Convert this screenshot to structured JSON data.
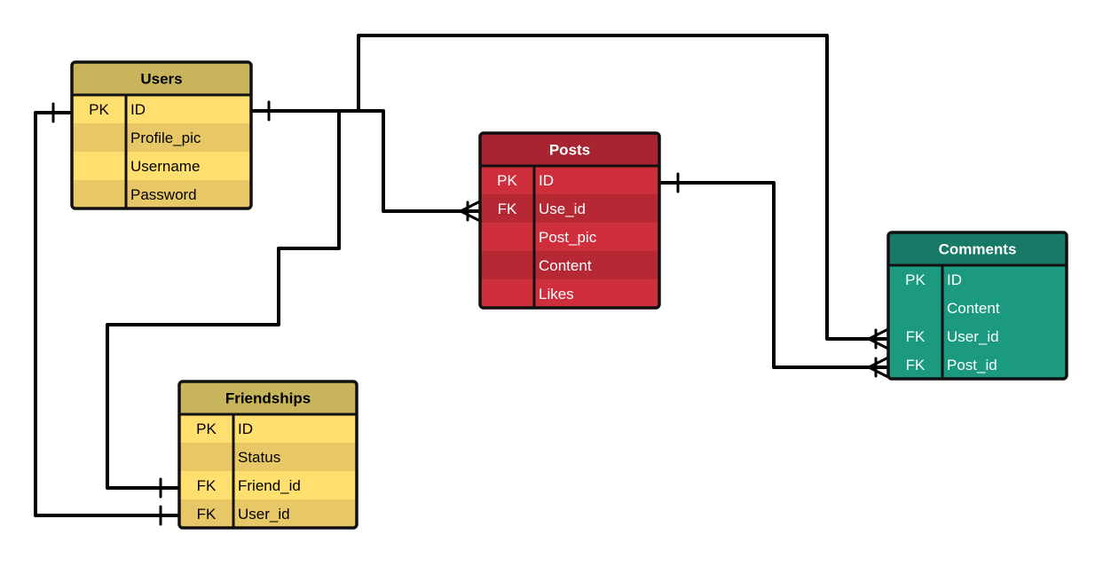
{
  "tables": [
    {
      "key": "users",
      "name": "Users",
      "colors": {
        "header": "#c8b45a",
        "row_a": "#ffdf6e",
        "row_b": "#e8c866",
        "border": "#111111",
        "header_text": "#000000",
        "row_text": "#000000"
      },
      "rows": [
        {
          "key": "",
          "field": "ID",
          "key_label": "PK"
        },
        {
          "key": "",
          "field": "Profile_pic",
          "key_label": ""
        },
        {
          "key": "",
          "field": "Username",
          "key_label": ""
        },
        {
          "key": "",
          "field": "Password",
          "key_label": ""
        }
      ]
    },
    {
      "key": "posts",
      "name": "Posts",
      "colors": {
        "header": "#a82430",
        "row_a": "#cf2f3d",
        "row_b": "#b72835",
        "border": "#111111",
        "header_text": "#ffffff",
        "row_text": "#ffffff"
      },
      "rows": [
        {
          "key": "",
          "field": "ID",
          "key_label": "PK"
        },
        {
          "key": "",
          "field": "Use_id",
          "key_label": "FK"
        },
        {
          "key": "",
          "field": "Post_pic",
          "key_label": ""
        },
        {
          "key": "",
          "field": "Content",
          "key_label": ""
        },
        {
          "key": "",
          "field": "Likes",
          "key_label": ""
        }
      ]
    },
    {
      "key": "comments",
      "name": "Comments",
      "colors": {
        "header": "#177a66",
        "row_a": "#1b9a80",
        "row_b": "#1b9a80",
        "border": "#111111",
        "header_text": "#ffffff",
        "row_text": "#ffffff"
      },
      "rows": [
        {
          "key": "",
          "field": "ID",
          "key_label": "PK"
        },
        {
          "key": "",
          "field": "Content",
          "key_label": ""
        },
        {
          "key": "",
          "field": "User_id",
          "key_label": "FK"
        },
        {
          "key": "",
          "field": "Post_id",
          "key_label": "FK"
        }
      ]
    },
    {
      "key": "friendships",
      "name": "Friendships",
      "colors": {
        "header": "#c8b45a",
        "row_a": "#ffdf6e",
        "row_b": "#e8c866",
        "border": "#111111",
        "header_text": "#000000",
        "row_text": "#000000"
      },
      "rows": [
        {
          "key": "",
          "field": "ID",
          "key_label": "PK"
        },
        {
          "key": "",
          "field": "Status",
          "key_label": ""
        },
        {
          "key": "",
          "field": "Friend_id",
          "key_label": "FK"
        },
        {
          "key": "",
          "field": "User_id",
          "key_label": "FK"
        }
      ]
    }
  ],
  "relationships": [
    {
      "from": "Users.ID",
      "to": "Posts.Use_id",
      "from_end": "one",
      "to_end": "many"
    },
    {
      "from": "Users.ID",
      "to": "Comments.User_id",
      "from_end": "one",
      "to_end": "many"
    },
    {
      "from": "Posts.ID",
      "to": "Comments.Post_id",
      "from_end": "one",
      "to_end": "many"
    },
    {
      "from": "Users.ID",
      "to": "Friendships.Friend_id",
      "from_end": "one",
      "to_end": "one"
    },
    {
      "from": "Users.ID",
      "to": "Friendships.User_id",
      "from_end": "one",
      "to_end": "one"
    }
  ]
}
